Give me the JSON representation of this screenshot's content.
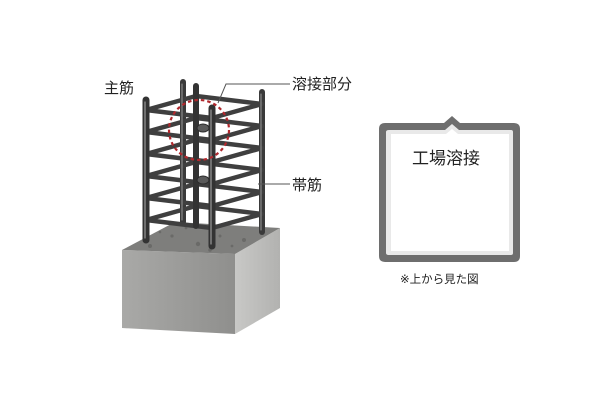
{
  "labels": {
    "main_rebar": "主筋",
    "weld_part": "溶接部分",
    "hoop": "帯筋",
    "factory_weld": "工場溶接",
    "top_view_note": "※上から見た図"
  },
  "colors": {
    "rebar": "#3f3f3f",
    "rebar_highlight": "#8a8a8a",
    "concrete_front": "#9a9a98",
    "concrete_side": "#bdbdbb",
    "concrete_top": "#7c7c7a",
    "weld_circle": "#b0282d",
    "hoop_outline": "#6e6e6e",
    "hoop_inner": "#f2f2f2"
  }
}
